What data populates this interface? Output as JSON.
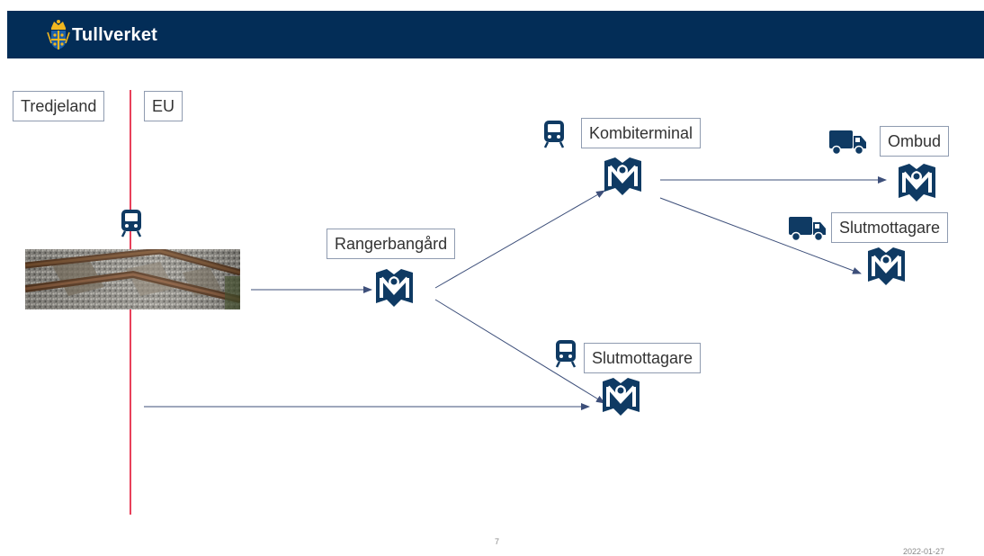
{
  "header": {
    "brand": "Tullverket",
    "background_color": "#032d57"
  },
  "regions": {
    "third_country": "Tredjeland",
    "eu": "EU",
    "border_color": "#e8405a"
  },
  "nodes": {
    "marshalling_yard": "Rangerbangård",
    "combi_terminal": "Kombiterminal",
    "agent": "Ombud",
    "final_recipient_truck": "Slutmottagare",
    "final_recipient_rail": "Slutmottagare"
  },
  "icons": {
    "train": "train-icon",
    "truck": "truck-icon",
    "location": "location-map-icon",
    "icon_color": "#0f3a63",
    "arrow_color": "#3d4f7a"
  },
  "footer": {
    "page_number": "7",
    "date": "2022-01-27"
  }
}
